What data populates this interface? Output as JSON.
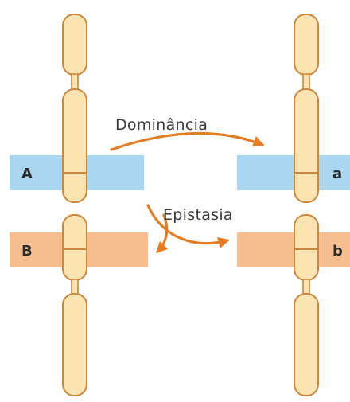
{
  "colors": {
    "chromosome_fill": "#fbe3b2",
    "chromosome_stroke": "#c9883e",
    "dominance_band": "#a9d7f2",
    "epistasis_band": "#f6be8e",
    "arrow": "#e27d24"
  },
  "labels": {
    "allele_A": "A",
    "allele_a": "a",
    "allele_B": "B",
    "allele_b": "b"
  },
  "arrows": {
    "dominance": "Dominância",
    "epistasis": "Epistasia"
  }
}
